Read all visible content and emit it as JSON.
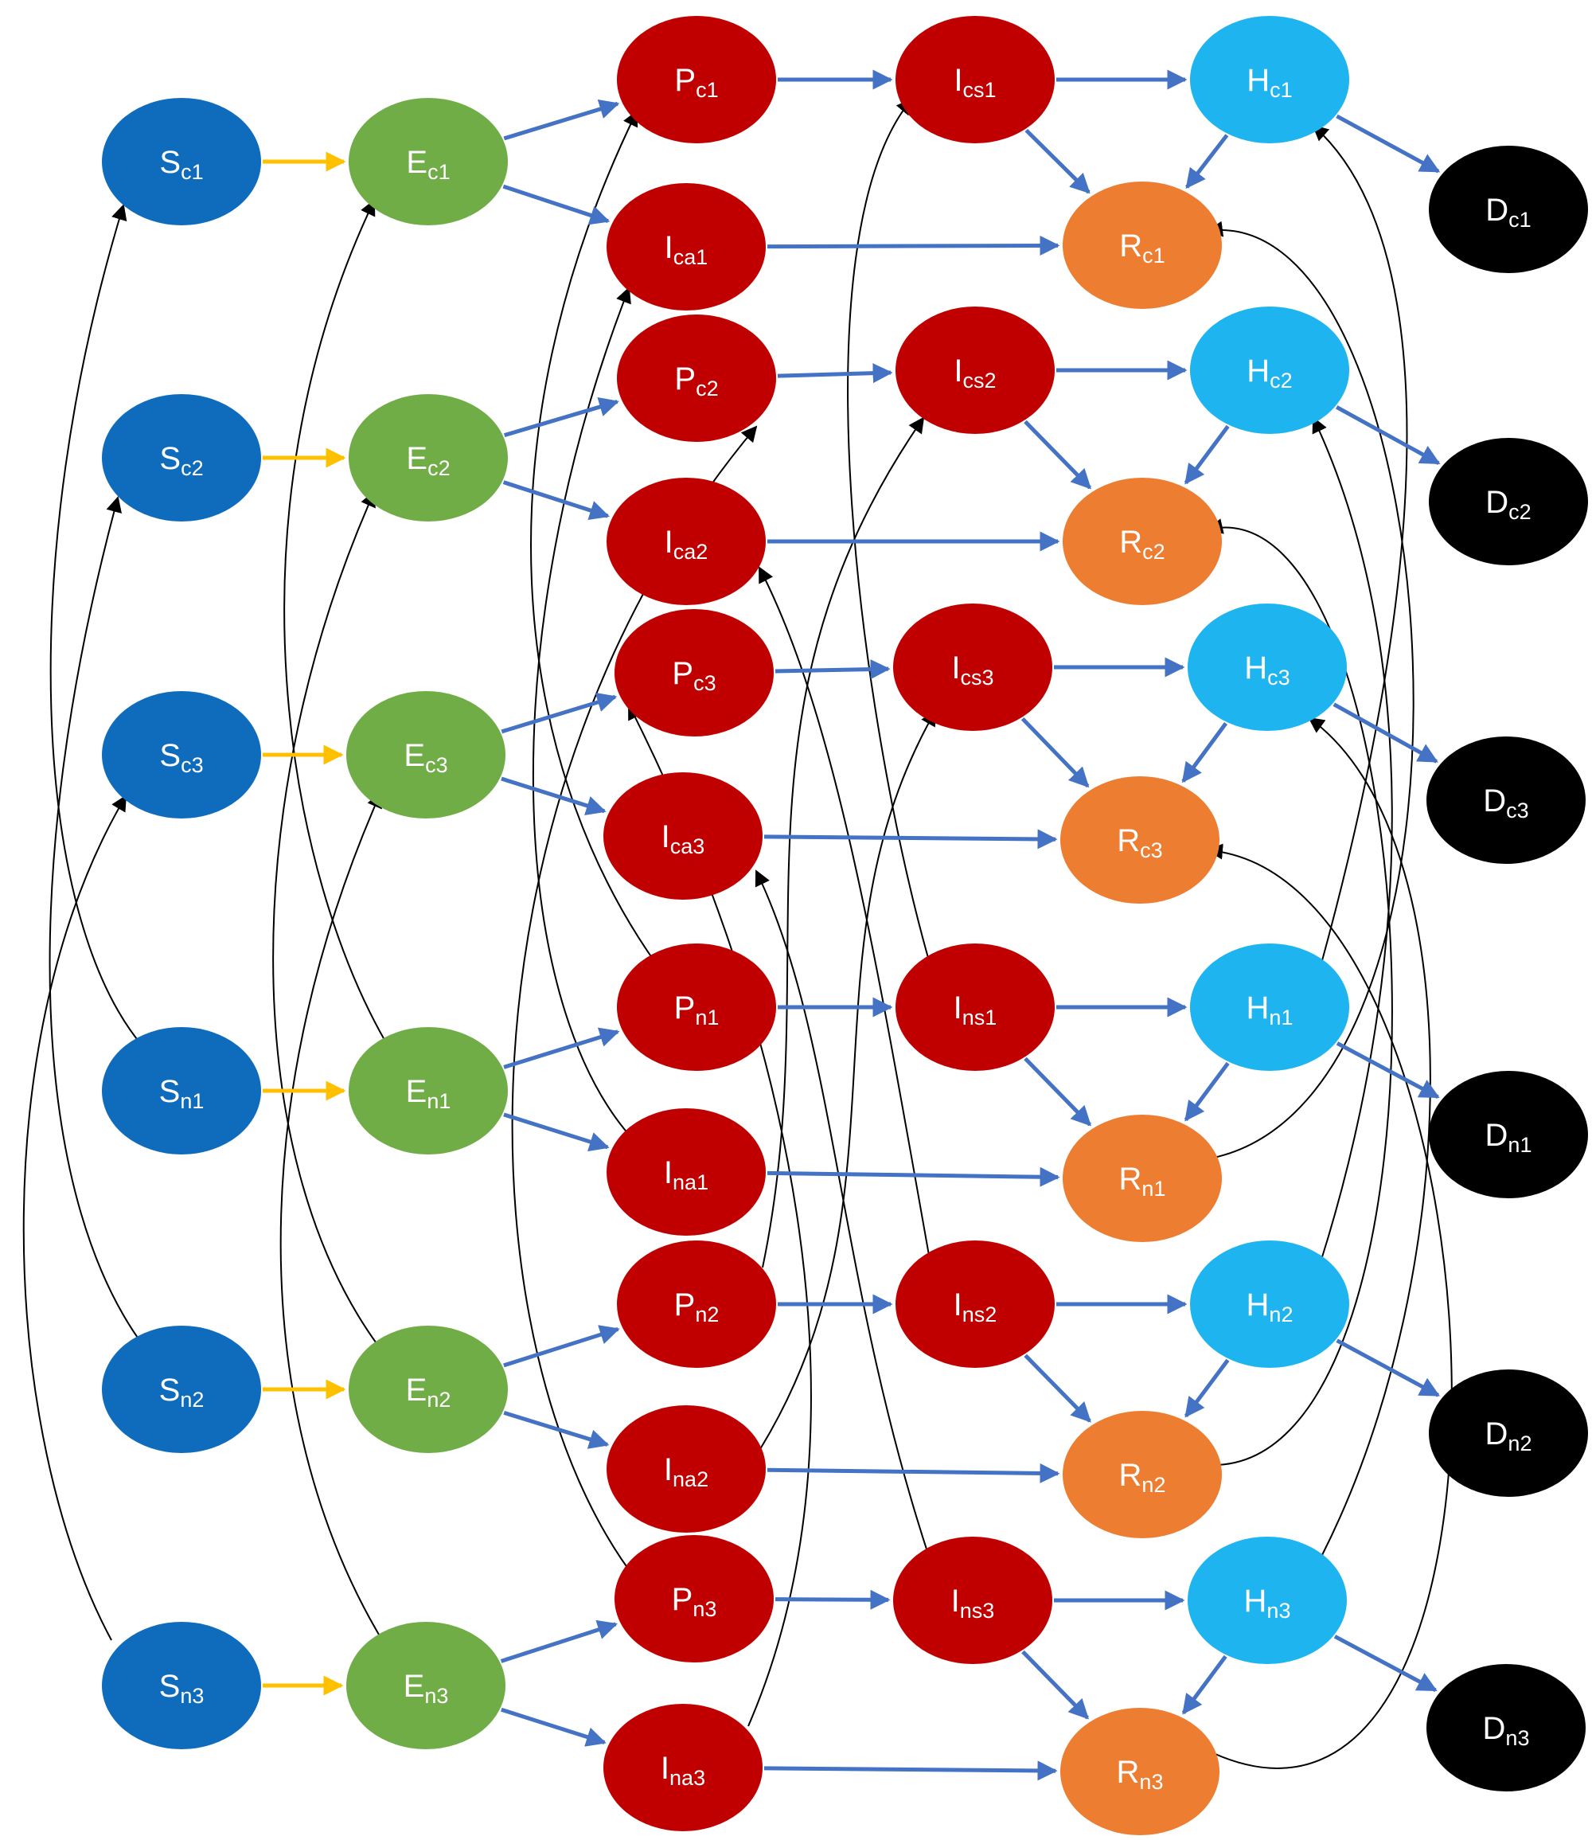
{
  "colors": {
    "S": "#0f6cbd",
    "E": "#70ad47",
    "P": "#c00000",
    "I": "#c00000",
    "R": "#ed7d31",
    "H": "#1eb4f0",
    "D": "#000000",
    "flow_arrow": "#4472c4",
    "infection_arrow": "#ffc000",
    "transfer_arrow": "#000000"
  },
  "nodes": [
    {
      "id": "Sc1",
      "letter": "S",
      "sub": "c1"
    },
    {
      "id": "Sc2",
      "letter": "S",
      "sub": "c2"
    },
    {
      "id": "Sc3",
      "letter": "S",
      "sub": "c3"
    },
    {
      "id": "Sn1",
      "letter": "S",
      "sub": "n1"
    },
    {
      "id": "Sn2",
      "letter": "S",
      "sub": "n2"
    },
    {
      "id": "Sn3",
      "letter": "S",
      "sub": "n3"
    },
    {
      "id": "Ec1",
      "letter": "E",
      "sub": "c1"
    },
    {
      "id": "Ec2",
      "letter": "E",
      "sub": "c2"
    },
    {
      "id": "Ec3",
      "letter": "E",
      "sub": "c3"
    },
    {
      "id": "En1",
      "letter": "E",
      "sub": "n1"
    },
    {
      "id": "En2",
      "letter": "E",
      "sub": "n2"
    },
    {
      "id": "En3",
      "letter": "E",
      "sub": "n3"
    },
    {
      "id": "Pc1",
      "letter": "P",
      "sub": "c1"
    },
    {
      "id": "Ica1",
      "letter": "I",
      "sub": "ca1"
    },
    {
      "id": "Pc2",
      "letter": "P",
      "sub": "c2"
    },
    {
      "id": "Ica2",
      "letter": "I",
      "sub": "ca2"
    },
    {
      "id": "Pc3",
      "letter": "P",
      "sub": "c3"
    },
    {
      "id": "Ica3",
      "letter": "I",
      "sub": "ca3"
    },
    {
      "id": "Pn1",
      "letter": "P",
      "sub": "n1"
    },
    {
      "id": "Ina1",
      "letter": "I",
      "sub": "na1"
    },
    {
      "id": "Pn2",
      "letter": "P",
      "sub": "n2"
    },
    {
      "id": "Ina2",
      "letter": "I",
      "sub": "na2"
    },
    {
      "id": "Pn3",
      "letter": "P",
      "sub": "n3"
    },
    {
      "id": "Ina3",
      "letter": "I",
      "sub": "na3"
    },
    {
      "id": "Ics1",
      "letter": "I",
      "sub": "cs1"
    },
    {
      "id": "Ics2",
      "letter": "I",
      "sub": "cs2"
    },
    {
      "id": "Ics3",
      "letter": "I",
      "sub": "cs3"
    },
    {
      "id": "Ins1",
      "letter": "I",
      "sub": "ns1"
    },
    {
      "id": "Ins2",
      "letter": "I",
      "sub": "ns2"
    },
    {
      "id": "Ins3",
      "letter": "I",
      "sub": "ns3"
    },
    {
      "id": "Hc1",
      "letter": "H",
      "sub": "c1"
    },
    {
      "id": "Hc2",
      "letter": "H",
      "sub": "c2"
    },
    {
      "id": "Hc3",
      "letter": "H",
      "sub": "c3"
    },
    {
      "id": "Hn1",
      "letter": "H",
      "sub": "n1"
    },
    {
      "id": "Hn2",
      "letter": "H",
      "sub": "n2"
    },
    {
      "id": "Hn3",
      "letter": "H",
      "sub": "n3"
    },
    {
      "id": "Rc1",
      "letter": "R",
      "sub": "c1"
    },
    {
      "id": "Rc2",
      "letter": "R",
      "sub": "c2"
    },
    {
      "id": "Rc3",
      "letter": "R",
      "sub": "c3"
    },
    {
      "id": "Rn1",
      "letter": "R",
      "sub": "n1"
    },
    {
      "id": "Rn2",
      "letter": "R",
      "sub": "n2"
    },
    {
      "id": "Rn3",
      "letter": "R",
      "sub": "n3"
    },
    {
      "id": "Dc1",
      "letter": "D",
      "sub": "c1"
    },
    {
      "id": "Dc2",
      "letter": "D",
      "sub": "c2"
    },
    {
      "id": "Dc3",
      "letter": "D",
      "sub": "c3"
    },
    {
      "id": "Dn1",
      "letter": "D",
      "sub": "n1"
    },
    {
      "id": "Dn2",
      "letter": "D",
      "sub": "n2"
    },
    {
      "id": "Dn3",
      "letter": "D",
      "sub": "n3"
    }
  ],
  "edges": [
    {
      "from": "Sc1",
      "to": "Ec1",
      "kind": "infection"
    },
    {
      "from": "Sc2",
      "to": "Ec2",
      "kind": "infection"
    },
    {
      "from": "Sc3",
      "to": "Ec3",
      "kind": "infection"
    },
    {
      "from": "Sn1",
      "to": "En1",
      "kind": "infection"
    },
    {
      "from": "Sn2",
      "to": "En2",
      "kind": "infection"
    },
    {
      "from": "Sn3",
      "to": "En3",
      "kind": "infection"
    },
    {
      "from": "Ec1",
      "to": "Pc1",
      "kind": "flow"
    },
    {
      "from": "Ec1",
      "to": "Ica1",
      "kind": "flow"
    },
    {
      "from": "Ec2",
      "to": "Pc2",
      "kind": "flow"
    },
    {
      "from": "Ec2",
      "to": "Ica2",
      "kind": "flow"
    },
    {
      "from": "Ec3",
      "to": "Pc3",
      "kind": "flow"
    },
    {
      "from": "Ec3",
      "to": "Ica3",
      "kind": "flow"
    },
    {
      "from": "En1",
      "to": "Pn1",
      "kind": "flow"
    },
    {
      "from": "En1",
      "to": "Ina1",
      "kind": "flow"
    },
    {
      "from": "En2",
      "to": "Pn2",
      "kind": "flow"
    },
    {
      "from": "En2",
      "to": "Ina2",
      "kind": "flow"
    },
    {
      "from": "En3",
      "to": "Pn3",
      "kind": "flow"
    },
    {
      "from": "En3",
      "to": "Ina3",
      "kind": "flow"
    },
    {
      "from": "Pc1",
      "to": "Ics1",
      "kind": "flow"
    },
    {
      "from": "Pc2",
      "to": "Ics2",
      "kind": "flow"
    },
    {
      "from": "Pc3",
      "to": "Ics3",
      "kind": "flow"
    },
    {
      "from": "Pn1",
      "to": "Ins1",
      "kind": "flow"
    },
    {
      "from": "Pn2",
      "to": "Ins2",
      "kind": "flow"
    },
    {
      "from": "Pn3",
      "to": "Ins3",
      "kind": "flow"
    },
    {
      "from": "Ica1",
      "to": "Rc1",
      "kind": "flow"
    },
    {
      "from": "Ica2",
      "to": "Rc2",
      "kind": "flow"
    },
    {
      "from": "Ica3",
      "to": "Rc3",
      "kind": "flow"
    },
    {
      "from": "Ina1",
      "to": "Rn1",
      "kind": "flow"
    },
    {
      "from": "Ina2",
      "to": "Rn2",
      "kind": "flow"
    },
    {
      "from": "Ina3",
      "to": "Rn3",
      "kind": "flow"
    },
    {
      "from": "Ics1",
      "to": "Hc1",
      "kind": "flow"
    },
    {
      "from": "Ics2",
      "to": "Hc2",
      "kind": "flow"
    },
    {
      "from": "Ics3",
      "to": "Hc3",
      "kind": "flow"
    },
    {
      "from": "Ins1",
      "to": "Hn1",
      "kind": "flow"
    },
    {
      "from": "Ins2",
      "to": "Hn2",
      "kind": "flow"
    },
    {
      "from": "Ins3",
      "to": "Hn3",
      "kind": "flow"
    },
    {
      "from": "Ics1",
      "to": "Rc1",
      "kind": "flow"
    },
    {
      "from": "Ics2",
      "to": "Rc2",
      "kind": "flow"
    },
    {
      "from": "Ics3",
      "to": "Rc3",
      "kind": "flow"
    },
    {
      "from": "Ins1",
      "to": "Rn1",
      "kind": "flow"
    },
    {
      "from": "Ins2",
      "to": "Rn2",
      "kind": "flow"
    },
    {
      "from": "Ins3",
      "to": "Rn3",
      "kind": "flow"
    },
    {
      "from": "Hc1",
      "to": "Rc1",
      "kind": "flow"
    },
    {
      "from": "Hc2",
      "to": "Rc2",
      "kind": "flow"
    },
    {
      "from": "Hc3",
      "to": "Rc3",
      "kind": "flow"
    },
    {
      "from": "Hn1",
      "to": "Rn1",
      "kind": "flow"
    },
    {
      "from": "Hn2",
      "to": "Rn2",
      "kind": "flow"
    },
    {
      "from": "Hn3",
      "to": "Rn3",
      "kind": "flow"
    },
    {
      "from": "Hc1",
      "to": "Dc1",
      "kind": "flow"
    },
    {
      "from": "Hc2",
      "to": "Dc2",
      "kind": "flow"
    },
    {
      "from": "Hc3",
      "to": "Dc3",
      "kind": "flow"
    },
    {
      "from": "Hn1",
      "to": "Dn1",
      "kind": "flow"
    },
    {
      "from": "Hn2",
      "to": "Dn2",
      "kind": "flow"
    },
    {
      "from": "Hn3",
      "to": "Dn3",
      "kind": "flow"
    },
    {
      "from": "Sn1",
      "to": "Sc1",
      "kind": "transfer"
    },
    {
      "from": "Sn2",
      "to": "Sc2",
      "kind": "transfer"
    },
    {
      "from": "Sn3",
      "to": "Sc3",
      "kind": "transfer"
    },
    {
      "from": "En1",
      "to": "Ec1",
      "kind": "transfer"
    },
    {
      "from": "En2",
      "to": "Ec2",
      "kind": "transfer"
    },
    {
      "from": "En3",
      "to": "Ec3",
      "kind": "transfer"
    },
    {
      "from": "Pn1",
      "to": "Pc1",
      "kind": "transfer"
    },
    {
      "from": "Pn3",
      "to": "Pc2",
      "kind": "transfer"
    },
    {
      "from": "Ina3",
      "to": "Pc3",
      "kind": "transfer"
    },
    {
      "from": "Ina1",
      "to": "Ica1",
      "kind": "transfer"
    },
    {
      "from": "Ins2",
      "to": "Ica2",
      "kind": "transfer"
    },
    {
      "from": "Ins3",
      "to": "Ica3",
      "kind": "transfer"
    },
    {
      "from": "Ins1",
      "to": "Ics1",
      "kind": "transfer"
    },
    {
      "from": "Pn2",
      "to": "Ics2",
      "kind": "transfer"
    },
    {
      "from": "Ina2",
      "to": "Ics3",
      "kind": "transfer"
    },
    {
      "from": "Hn1",
      "to": "Hc1",
      "kind": "transfer"
    },
    {
      "from": "Hn2",
      "to": "Hc2",
      "kind": "transfer"
    },
    {
      "from": "Hn3",
      "to": "Hc3",
      "kind": "transfer"
    },
    {
      "from": "Rn1",
      "to": "Rc1",
      "kind": "transfer"
    },
    {
      "from": "Rn2",
      "to": "Rc2",
      "kind": "transfer"
    },
    {
      "from": "Rn3",
      "to": "Rc3",
      "kind": "transfer"
    }
  ]
}
